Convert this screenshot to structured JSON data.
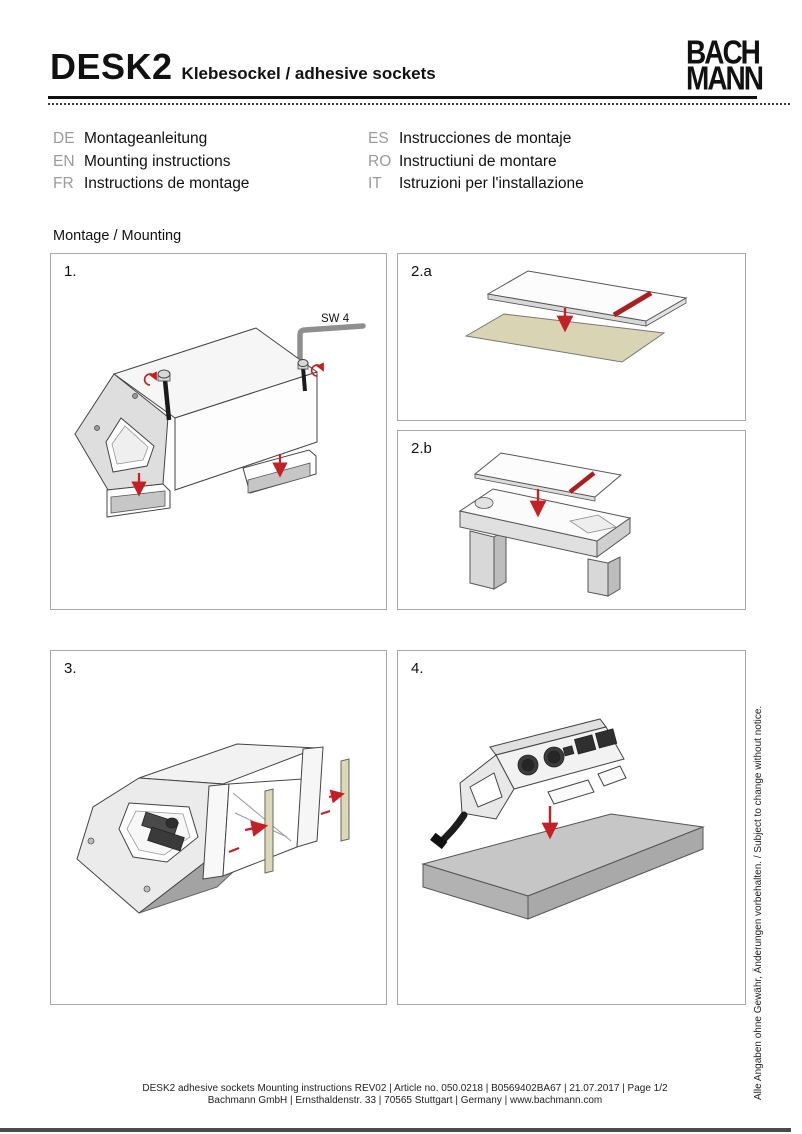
{
  "header": {
    "product": "DESK2",
    "subtitle": "Klebesockel / adhesive sockets",
    "logo": {
      "line1": "BACH",
      "line2": "MANN"
    }
  },
  "languages": {
    "left": [
      {
        "code": "DE",
        "label": "Montageanleitung"
      },
      {
        "code": "EN",
        "label": "Mounting instructions"
      },
      {
        "code": "FR",
        "label": "Instructions de montage"
      }
    ],
    "right": [
      {
        "code": "ES",
        "label": "Instrucciones de montaje"
      },
      {
        "code": "RO",
        "label": "Instructiuni de montare"
      },
      {
        "code": "IT",
        "label": "Istruzioni per l'installazione"
      }
    ]
  },
  "section_title": "Montage / Mounting",
  "panels": {
    "p1": {
      "label": "1.",
      "annotation": "SW 4"
    },
    "p2a": {
      "label": "2.a"
    },
    "p2b": {
      "label": "2.b"
    },
    "p3": {
      "label": "3."
    },
    "p4": {
      "label": "4."
    }
  },
  "side_note": "Alle Angaben ohne Gewähr, Änderungen vorbehalten. / Subject to change without notice.",
  "footer": {
    "line1": "DESK2 adhesive sockets Mounting instructions REV02 | Article no. 050.0218 | B0569402BA67 | 21.07.2017 | Page 1/2",
    "line2": "Bachmann GmbH | Ernsthaldenstr. 33 | 70565 Stuttgart | Germany | www.bachmann.com"
  },
  "colors": {
    "accent_red": "#c42127",
    "stripe_red": "#a8201f",
    "adhesive_tan": "#d9d4b4",
    "language_code_gray": "#9b9b9b",
    "panel_border_gray": "#a8a8a8"
  }
}
